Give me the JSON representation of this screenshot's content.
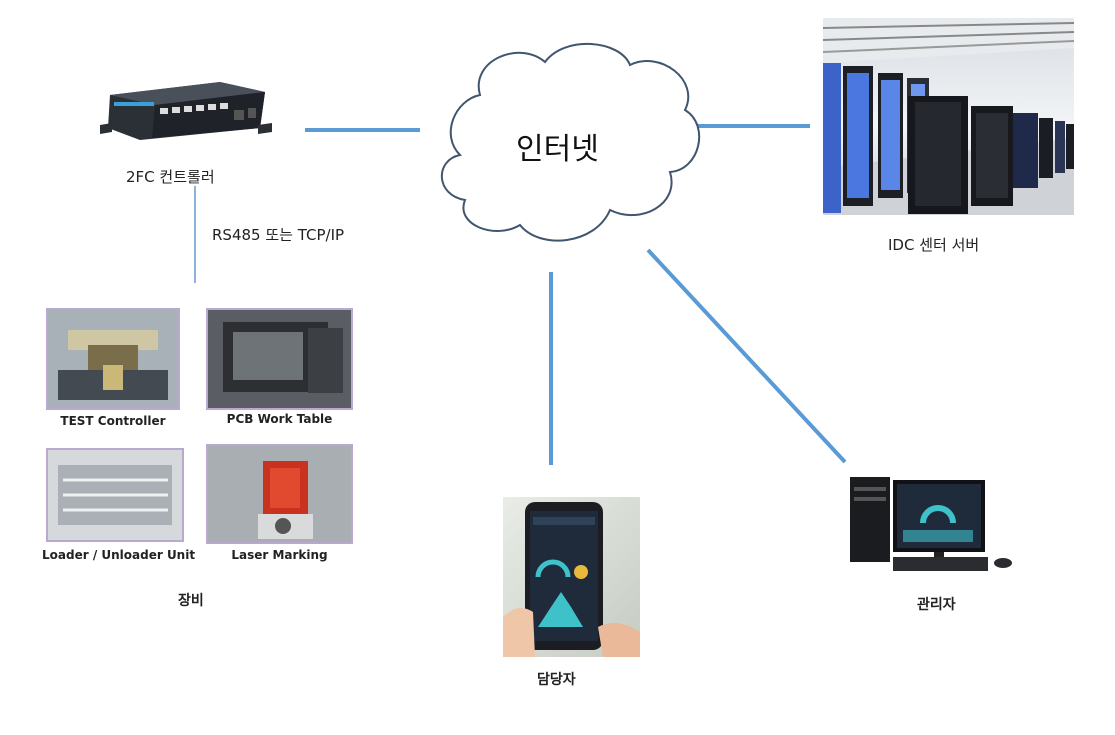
{
  "internet": {
    "label": "인터넷"
  },
  "controller": {
    "label": "2FC 컨트롤러",
    "link_label": "RS485 또는 TCP/IP"
  },
  "server": {
    "label": "IDC 센터 서버"
  },
  "equipment": {
    "label": "장비",
    "items": [
      {
        "caption": "TEST Controller"
      },
      {
        "caption": "PCB Work Table"
      },
      {
        "caption": "Loader / Unloader Unit"
      },
      {
        "caption": "Laser Marking"
      }
    ]
  },
  "operator": {
    "label": "담당자"
  },
  "admin": {
    "label": "관리자"
  },
  "colors": {
    "link": "#5b9bd5",
    "cloud_stroke": "#41556e"
  }
}
